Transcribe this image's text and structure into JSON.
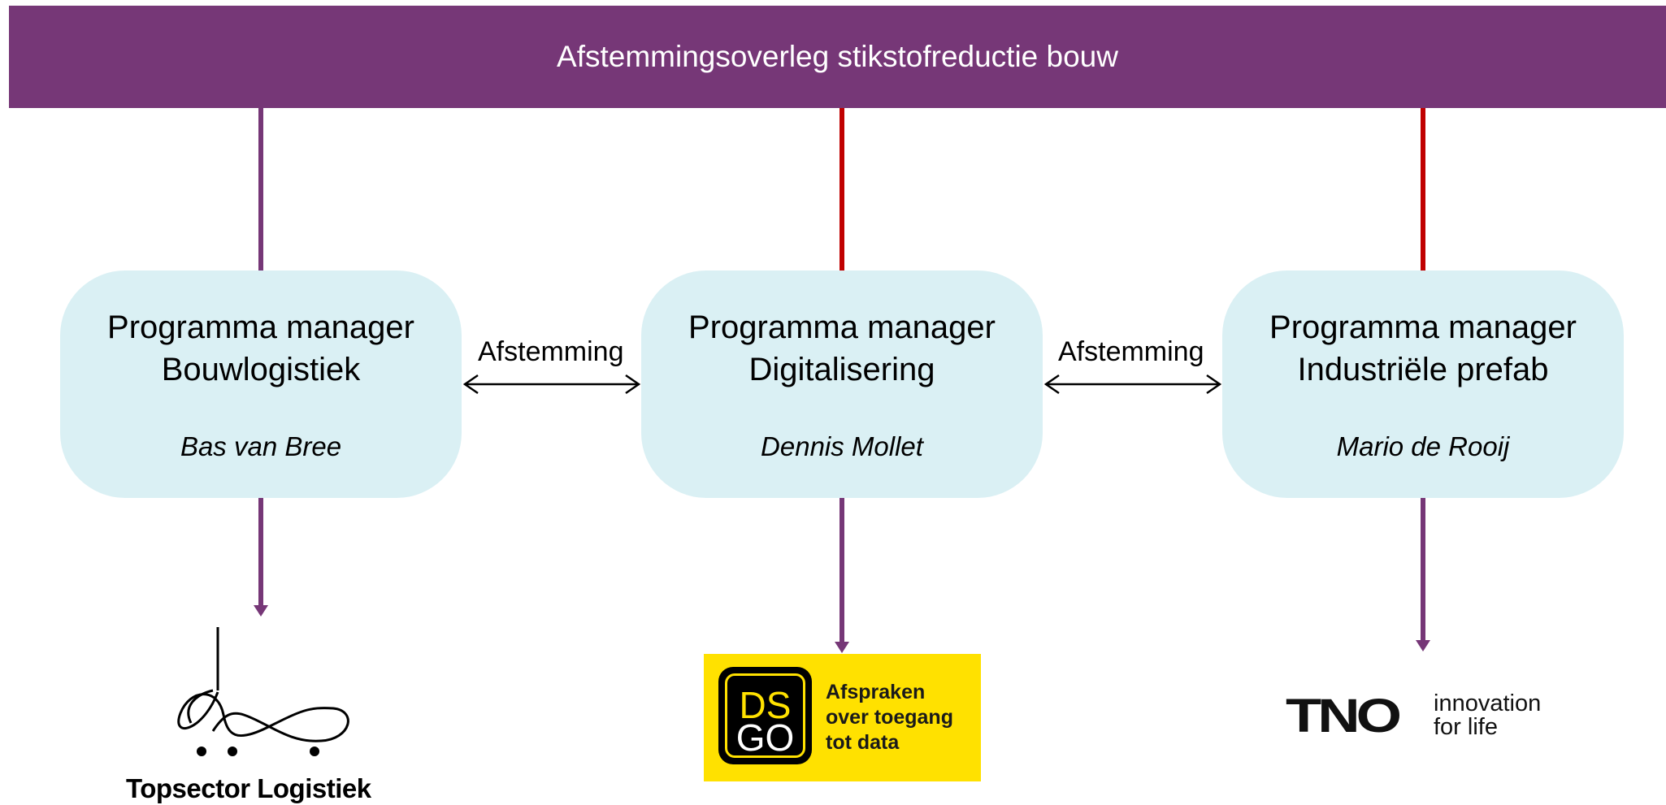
{
  "header": {
    "title": "Afstemmingsoverleg stikstofreductie bouw"
  },
  "colors": {
    "banner": "#763777",
    "box": "#daf0f4",
    "line_purple": "#763777",
    "line_red": "#c00000"
  },
  "boxes": [
    {
      "role": "Programma manager",
      "program": "Bouwlogistiek",
      "person": "Bas van Bree"
    },
    {
      "role": "Programma manager",
      "program": "Digitalisering",
      "person": "Dennis Mollet"
    },
    {
      "role": "Programma manager",
      "program": "Industriële prefab",
      "person": "Mario de Rooij"
    }
  ],
  "connectors": [
    {
      "label": "Afstemming"
    },
    {
      "label": "Afstemming"
    }
  ],
  "logos": {
    "topsector": {
      "text": "Topsector Logistiek"
    },
    "dsgo": {
      "mark_top": "DS",
      "mark_bottom": "GO",
      "tagline": [
        "Afspraken",
        "over toegang",
        "tot data"
      ]
    },
    "tno": {
      "wordmark": "TNO",
      "tagline": [
        "innovation",
        "for life"
      ]
    }
  }
}
